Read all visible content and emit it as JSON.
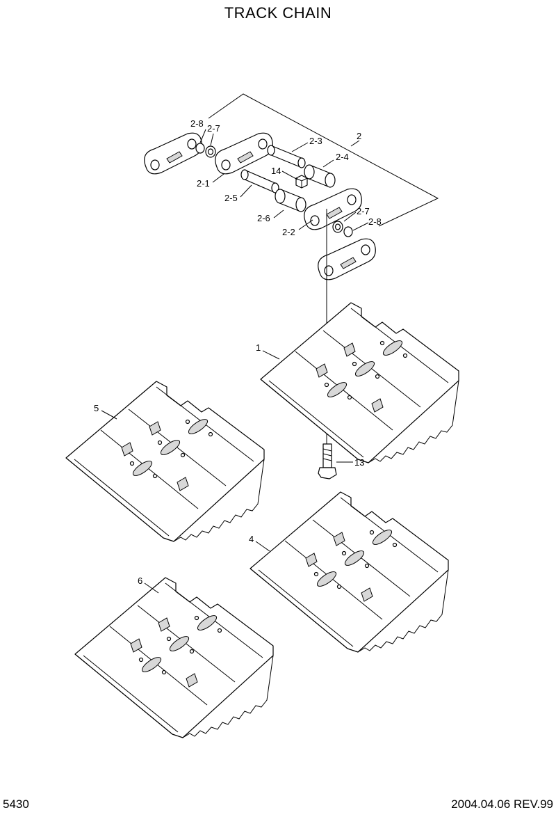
{
  "title": "TRACK CHAIN",
  "page_number": "5430",
  "revision": "2004.04.06 REV.99",
  "callouts": {
    "c2": "2",
    "c2_1": "2-1",
    "c2_2": "2-2",
    "c2_3": "2-3",
    "c2_4": "2-4",
    "c2_5": "2-5",
    "c2_6": "2-6",
    "c2_7a": "2-7",
    "c2_7b": "2-7",
    "c2_8a": "2-8",
    "c2_8b": "2-8",
    "c14": "14",
    "c1": "1",
    "c13": "13",
    "c5": "5",
    "c4": "4",
    "c6": "6"
  }
}
